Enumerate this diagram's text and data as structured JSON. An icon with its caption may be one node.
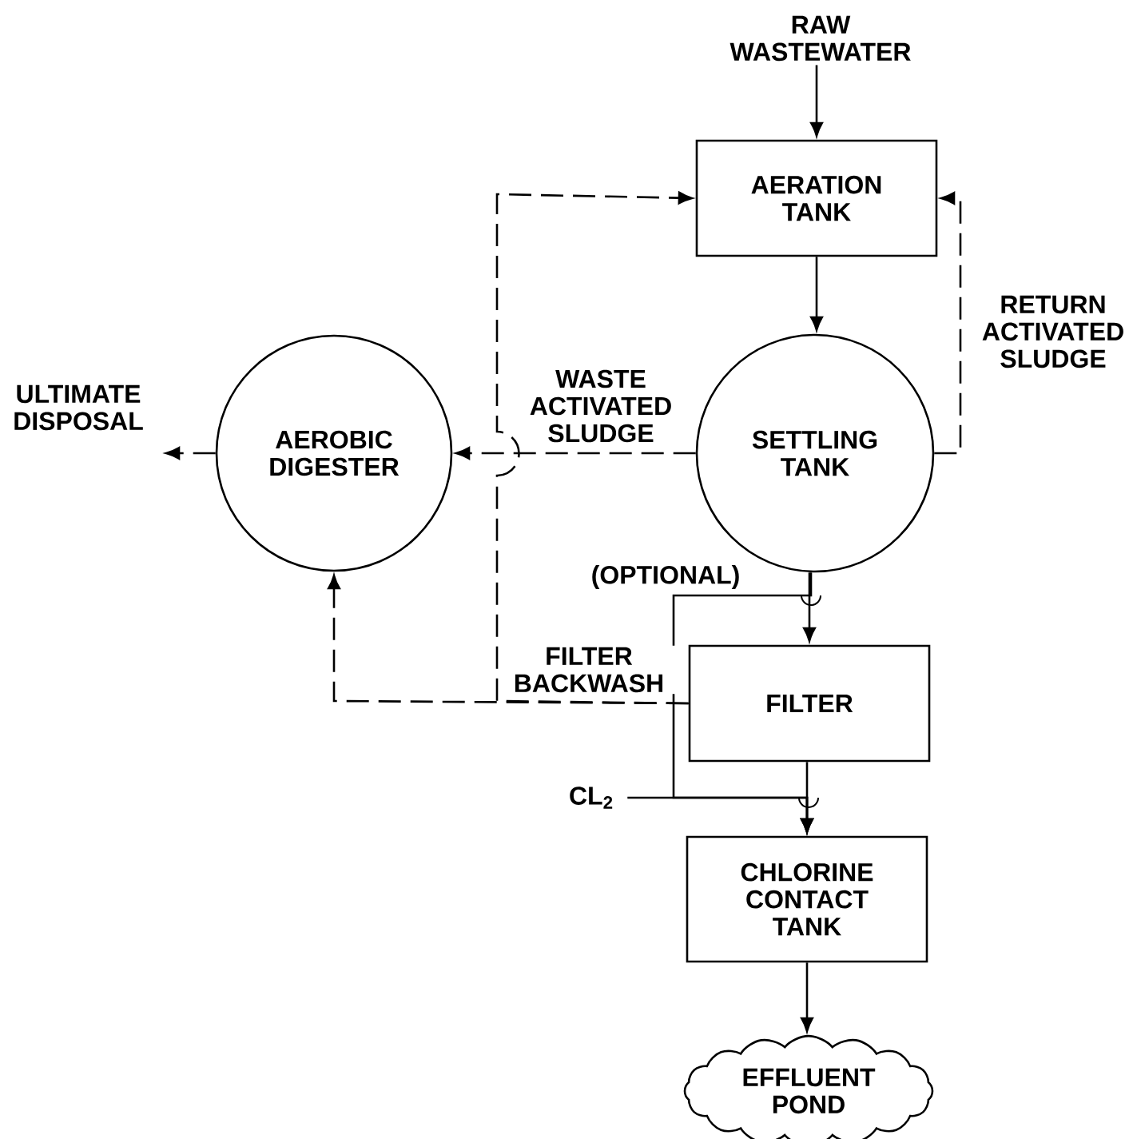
{
  "diagram": {
    "nodes": [
      {
        "text": [
          "RAW WASTEWATER"
        ]
      },
      {
        "text": [
          "AERATION TANK"
        ]
      },
      {
        "text": [
          "SETTLING TANK"
        ]
      },
      {
        "text": [
          "AEROBIC DIGESTER"
        ]
      },
      {
        "text": [
          "ULTIMATE DISPOSAL"
        ]
      },
      {
        "text": [
          "FILTER"
        ]
      },
      {
        "text": [
          "CL$_{2}$"
        ]
      },
      {
        "text": [
          "CHLORINE CONTACT TANK"
        ]
      },
      {
        "text": [
          "EFFLUENT POND"
        ]
      }
    ],
    "edges": [
      {
        "from": 0,
        "to": 1,
        "arrow": "to"
      },
      {
        "from": 1,
        "to": 2,
        "arrow": "to"
      },
      {
        "from": 2,
        "to": 1,
        "arrow": "to",
        "style": "dashed",
        "label": "RETURN ACTIVATED SLUDGE"
      },
      {
        "from": 2,
        "to": 3,
        "arrow": "to",
        "style": "dashed",
        "label": "WASTE ACTIVATED SLUDGE"
      },
      {
        "from": 3,
        "to": 4,
        "arrow": "to",
        "style": "dashed"
      },
      {
        "from": 2,
        "to": 5,
        "arrow": "to"
      },
      {
        "from": 5,
        "to": 3,
        "arrow": "to",
        "style": "dashed",
        "label": "FILTER BACKWASH"
      },
      {
        "from": 5,
        "to": 1,
        "arrow": "to",
        "style": "dashed"
      },
      {
        "from": 2,
        "to": 7,
        "arrow": "to",
        "label": "(OPTIONAL)"
      },
      {
        "from": 6,
        "to": 7,
        "arrow": "to"
      },
      {
        "from": 5,
        "to": 7,
        "arrow": "to"
      },
      {
        "from": 7,
        "to": 8,
        "arrow": "to"
      }
    ]
  }
}
